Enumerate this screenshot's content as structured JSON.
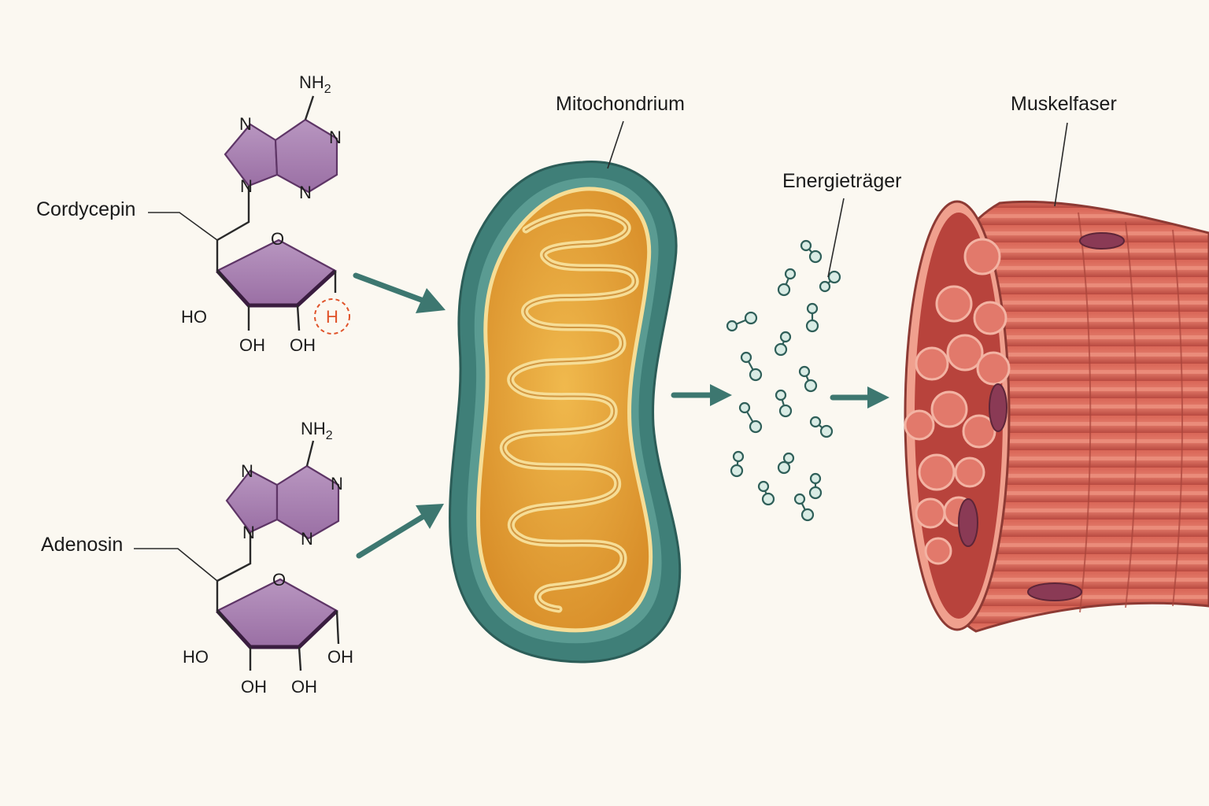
{
  "labels": {
    "cordycepin": "Cordycepin",
    "adenosin": "Adenosin",
    "mitochondrium": "Mitochondrium",
    "energietraeger": "Energieträger",
    "muskelfaser": "Muskelfaser"
  },
  "atoms": {
    "nh2": "NH",
    "nh2_sub": "2",
    "n": "N",
    "o": "O",
    "ho": "HO",
    "oh": "OH",
    "h": "H"
  },
  "colors": {
    "background": "#fbf8f1",
    "molecule_fill": "#a77fb0",
    "molecule_dark": "#6b3f72",
    "highlight": "#e0532a",
    "arrow": "#3d7770",
    "mito_outer": "#3f7f78",
    "mito_matrix": "#e8a83c",
    "mito_cristae": "#f6dd96",
    "energy_carrier": "#cfe7de",
    "muscle_red": "#c9534a",
    "muscle_light": "#e98474",
    "nucleus": "#8a3a55"
  }
}
